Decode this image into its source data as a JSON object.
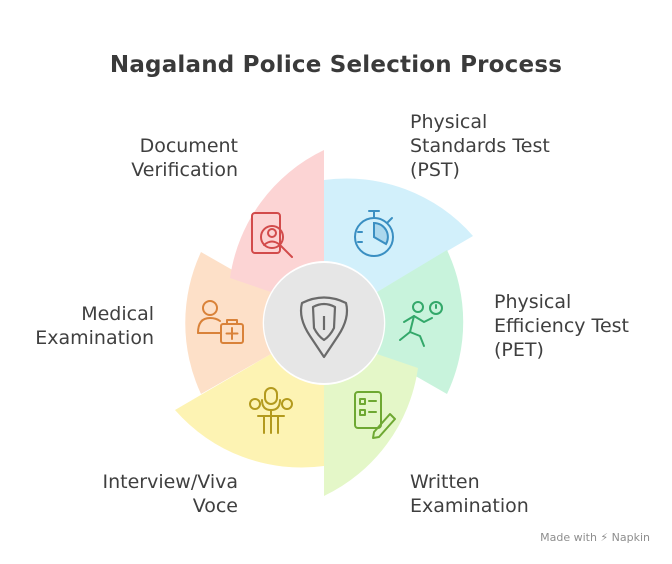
{
  "title": "Nagaland Police Selection Process",
  "center_icon": "police-badge-icon",
  "steps": [
    {
      "label": [
        "Physical",
        "Standards Test",
        "(PST)"
      ],
      "icon": "stopwatch-icon",
      "color": "#d2f0fb",
      "icon_color": "#3a8fc2"
    },
    {
      "label": [
        "Physical",
        "Efficiency Test",
        "(PET)"
      ],
      "icon": "running-person-icon",
      "color": "#c8f3dc",
      "icon_color": "#33a86a"
    },
    {
      "label": [
        "Written",
        "Examination"
      ],
      "icon": "written-exam-icon",
      "color": "#e4f7c8",
      "icon_color": "#6ea832"
    },
    {
      "label": [
        "Interview/Viva",
        "Voce"
      ],
      "icon": "interview-microphone-icon",
      "color": "#fdf3b3",
      "icon_color": "#b39a1e"
    },
    {
      "label": [
        "Medical",
        "Examination"
      ],
      "icon": "medical-kit-icon",
      "color": "#fde0c8",
      "icon_color": "#d98239"
    },
    {
      "label": [
        "Document",
        "Verification"
      ],
      "icon": "document-search-icon",
      "color": "#fcd4d4",
      "icon_color": "#d24b4b"
    }
  ],
  "watermark": "Made with ⚡ Napkin"
}
